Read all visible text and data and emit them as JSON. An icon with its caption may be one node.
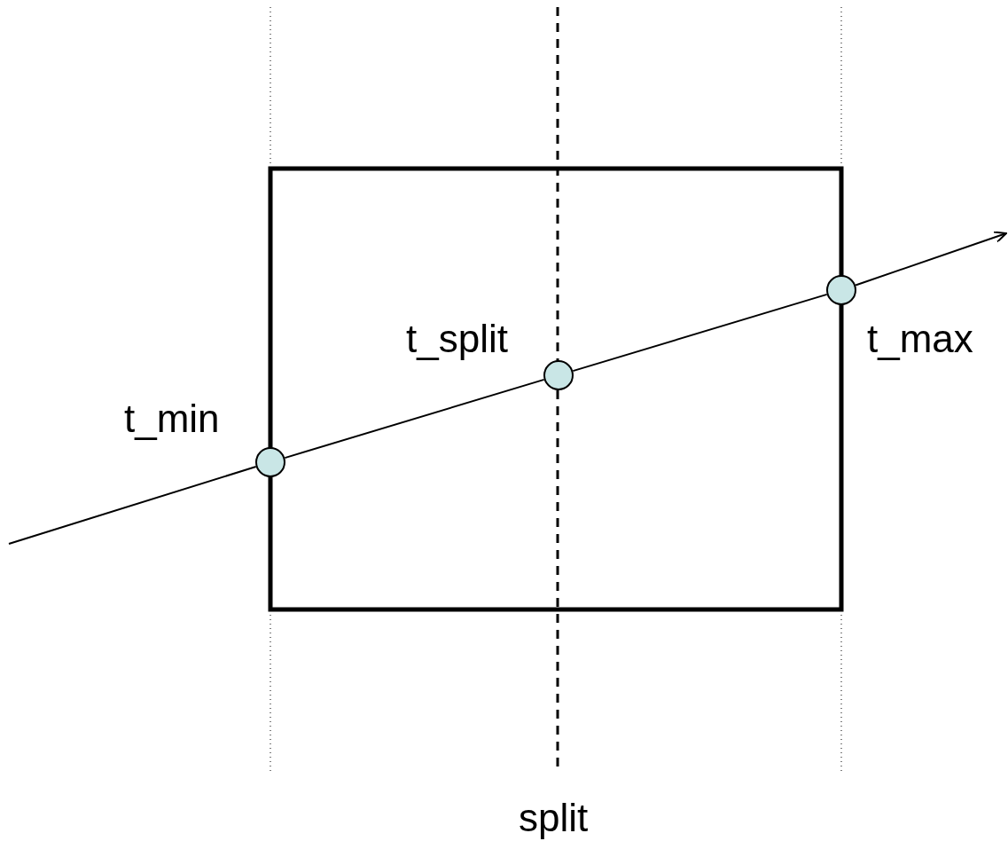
{
  "diagram": {
    "nodes": [
      {
        "text": [],
        "shape": "circle",
        "beside": [
          "t_min"
        ]
      },
      {
        "text": [],
        "shape": "circle",
        "beside": [
          "t_split"
        ]
      },
      {
        "text": [],
        "shape": "circle",
        "beside": [
          "t_max"
        ]
      }
    ],
    "edges": [
      {
        "from": null,
        "to": 0,
        "arrow": "none"
      },
      {
        "from": 0,
        "to": 1,
        "arrow": "none"
      },
      {
        "from": 1,
        "to": 2,
        "arrow": "none"
      },
      {
        "from": 2,
        "to": null,
        "arrow": "to"
      }
    ],
    "labels": [
      "split"
    ]
  }
}
